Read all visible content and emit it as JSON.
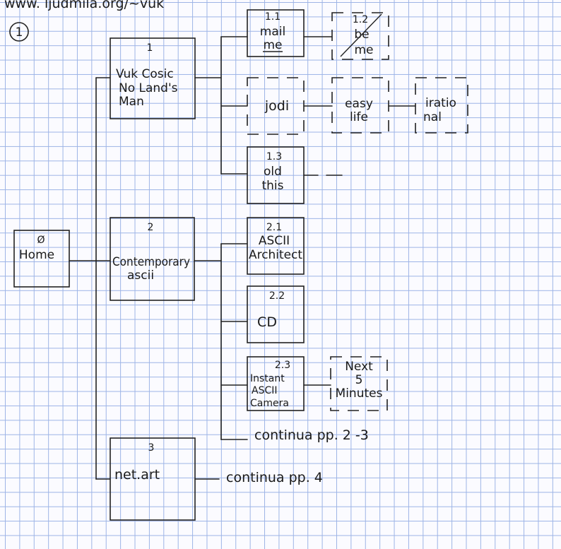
{
  "header": {
    "url": "www. ljudmila.org/~vuk",
    "page_number": "1"
  },
  "nodes": {
    "home": {
      "num": "Ø",
      "label": "Home"
    },
    "n1": {
      "num": "1",
      "lines": [
        "Vuk Cosic",
        "No Land's",
        "Man"
      ]
    },
    "n1_1": {
      "num": "1.1",
      "lines": [
        "mail",
        "me"
      ]
    },
    "n1_2": {
      "num": "1.2",
      "lines": [
        "be",
        "me"
      ]
    },
    "jodi": {
      "label": "jodi"
    },
    "easy": {
      "lines": [
        "easy",
        "life"
      ]
    },
    "irat": {
      "lines": [
        "iratio",
        "nal"
      ]
    },
    "n1_3": {
      "num": "1.3",
      "lines": [
        "old",
        "this"
      ]
    },
    "n2": {
      "num": "2",
      "lines": [
        "Contemporary",
        "ascii"
      ]
    },
    "n2_1": {
      "num": "2.1",
      "lines": [
        "ASCII",
        "Architect"
      ]
    },
    "n2_2": {
      "num": "2.2",
      "label": "CD"
    },
    "n2_3": {
      "num": "2.3",
      "lines": [
        "Instant",
        "ASCII",
        "Camera"
      ]
    },
    "next": {
      "lines": [
        "Next",
        "5",
        "Minutes"
      ]
    },
    "n3": {
      "num": "3",
      "label": "net.art"
    }
  },
  "notes": {
    "cont_2_3": "continua pp. 2 -3",
    "cont_4": "continua pp. 4"
  }
}
